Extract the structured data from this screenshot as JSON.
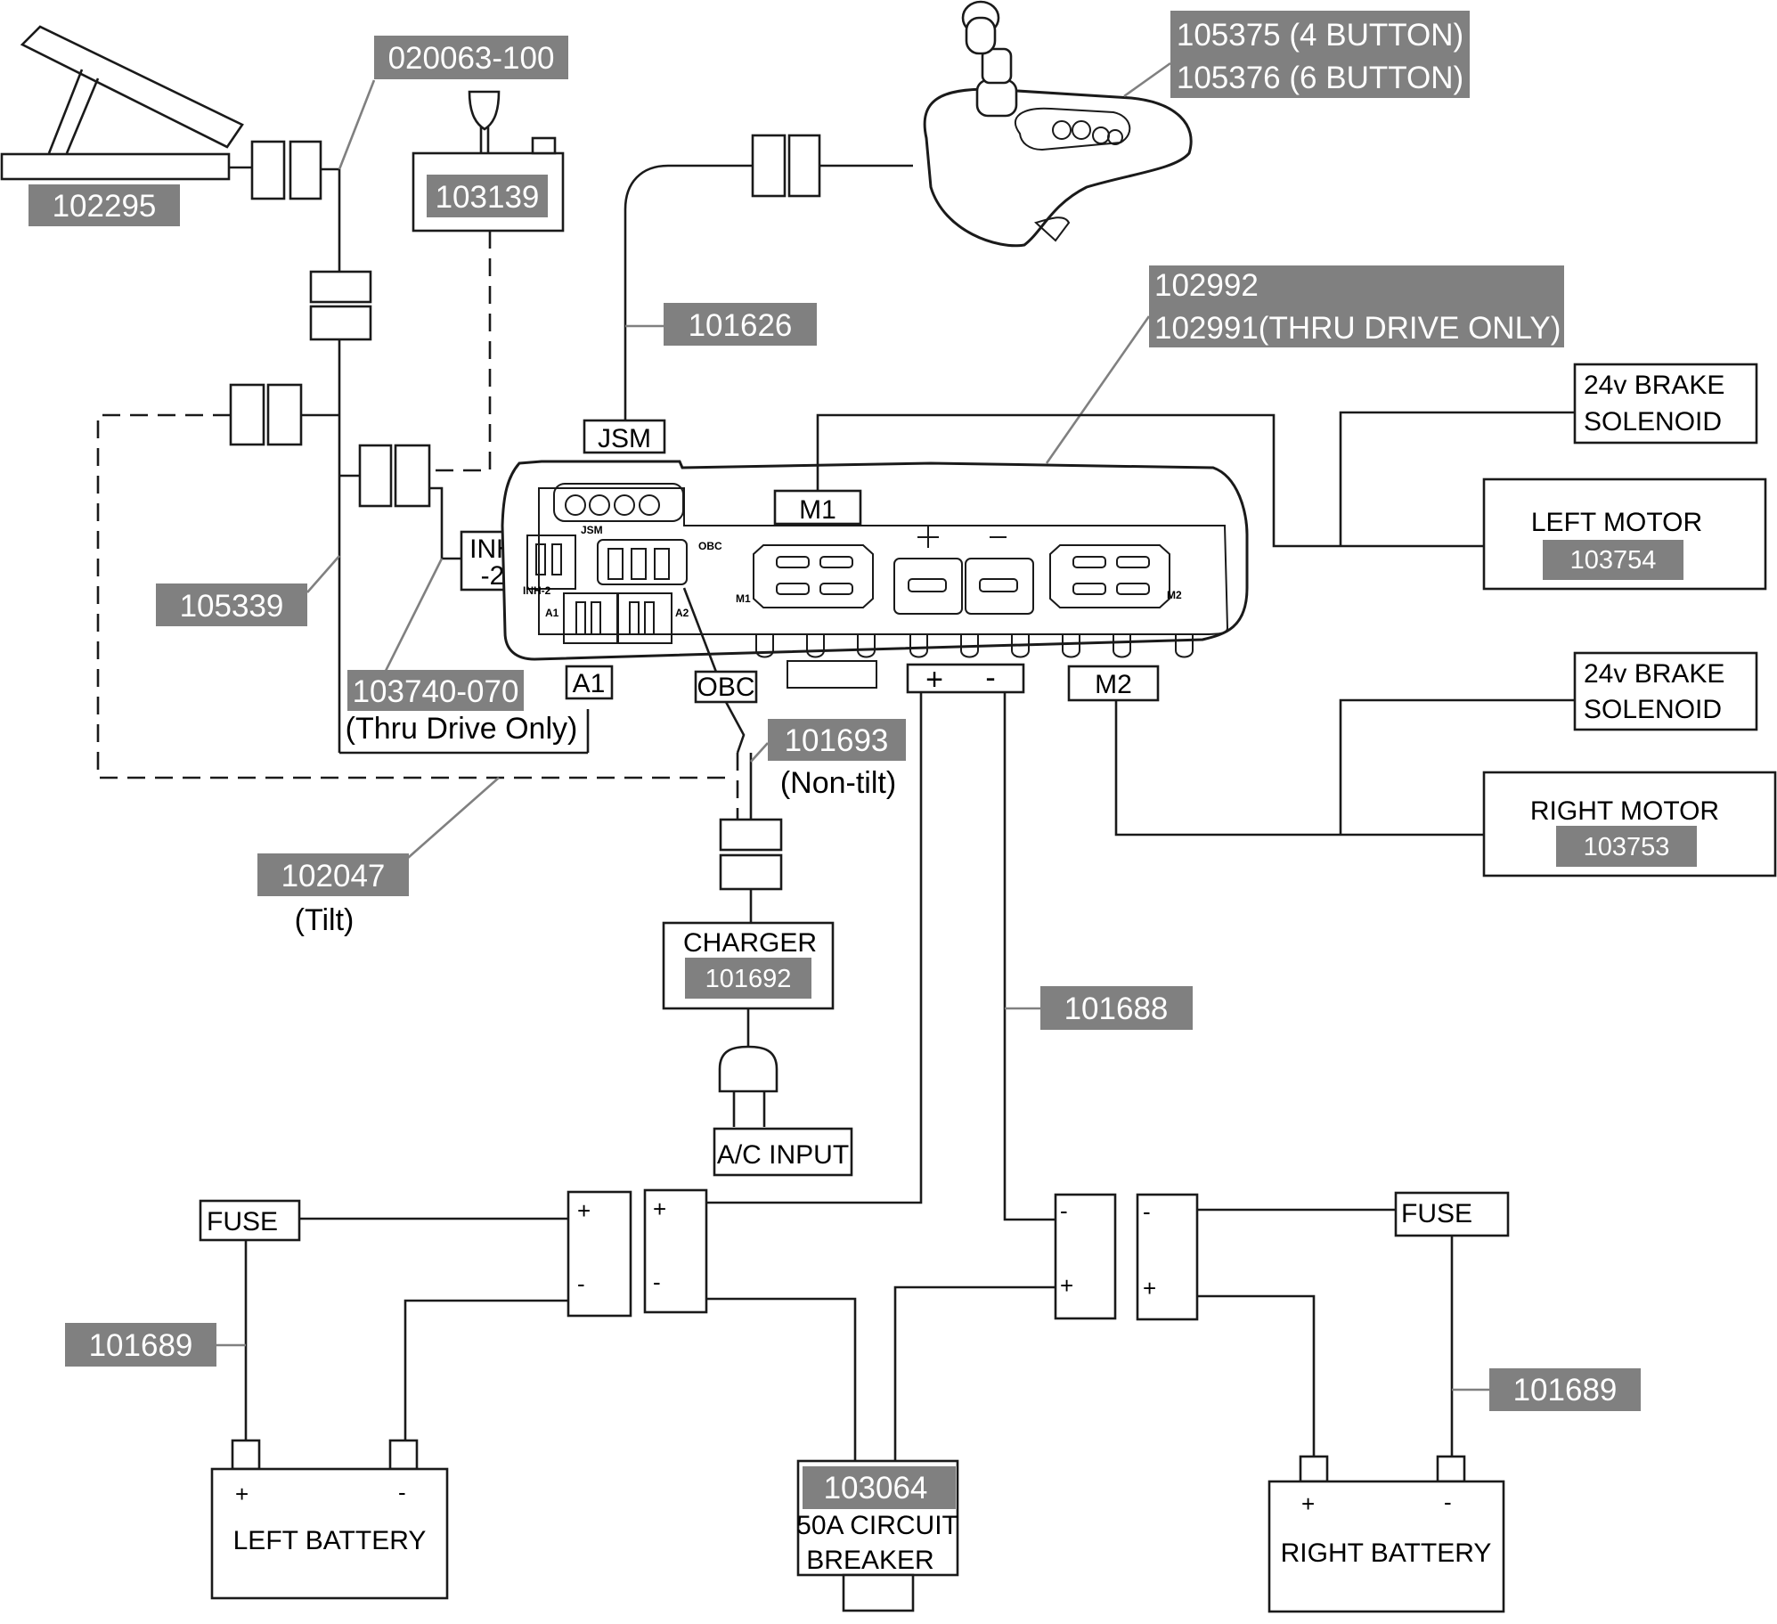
{
  "part_numbers": {
    "foot_control": "102295",
    "foot_harness": "020063-100",
    "toggle": "103139",
    "joystick_4": "105375 (4 BUTTON)",
    "joystick_6": "105376 (6 BUTTON)",
    "jsm_cable": "101626",
    "controller": "102992",
    "controller_thru": "102991(THRU DRIVE ONLY)",
    "harness_105339": "105339",
    "inh_harness": "103740-070",
    "charger_cable_nontilt": "101693",
    "charger_cable_tilt": "102047",
    "charger": "101692",
    "battery_cable": "101688",
    "fuse_cable_left": "101689",
    "fuse_cable_right": "101689",
    "breaker": "103064",
    "left_motor": "103754",
    "right_motor": "103753"
  },
  "labels": {
    "jsm": "JSM",
    "m1": "M1",
    "m2": "M2",
    "a1": "A1",
    "obc": "OBC",
    "inh_line1": "INH",
    "inh_line2": "-2",
    "thru_drive_only": "(Thru Drive Only)",
    "non_tilt": "(Non-tilt)",
    "tilt": "(Tilt)",
    "brake_solenoid_line1": "24v BRAKE",
    "brake_solenoid_line2": "SOLENOID",
    "left_motor": "LEFT MOTOR",
    "right_motor": "RIGHT MOTOR",
    "charger": "CHARGER",
    "ac_input": "A/C INPUT",
    "fuse": "FUSE",
    "breaker_line1": "50A CIRCUIT",
    "breaker_line2": "BREAKER",
    "left_battery": "LEFT BATTERY",
    "right_battery": "RIGHT BATTERY",
    "plus": "+",
    "minus": "-"
  },
  "controller_markings": {
    "obc": "OBC",
    "m1": "M1",
    "m2": "M2",
    "a1": "A1",
    "a2": "A2",
    "inh2": "INH-2",
    "jsm": "JSM"
  }
}
